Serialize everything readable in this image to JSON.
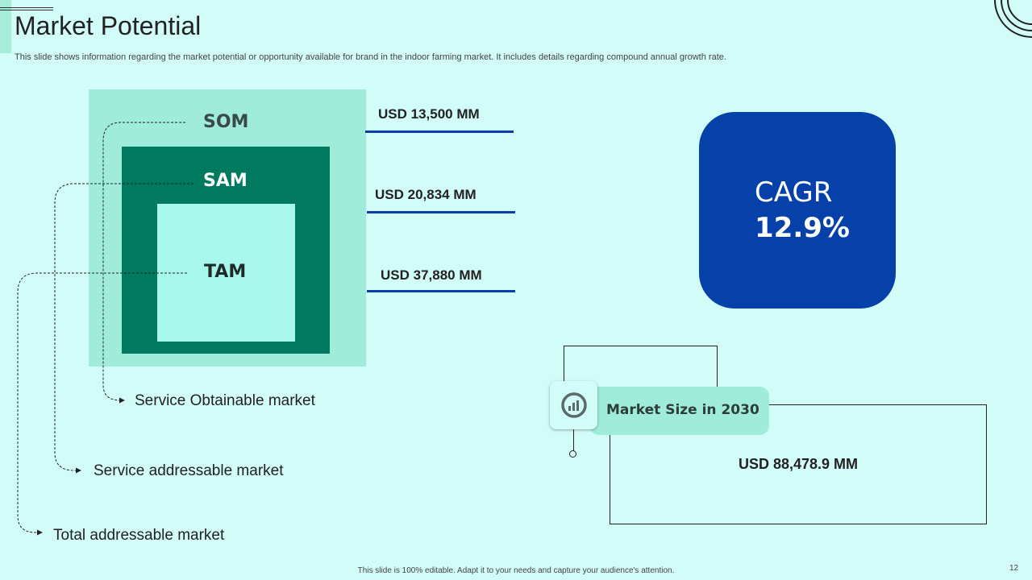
{
  "header": {
    "title": "Market Potential",
    "subtitle": "This slide shows information regarding the market potential or opportunity available for brand in the indoor farming market. It includes details regarding compound annual growth rate."
  },
  "squares": {
    "som": "SOM",
    "sam": "SAM",
    "tam": "TAM"
  },
  "values": {
    "som": "USD 13,500 MM",
    "sam": "USD 20,834 MM",
    "tam": "USD 37,880 MM"
  },
  "market_labels": {
    "som": "Service Obtainable  market",
    "sam": "Service addressable market",
    "tam": "Total addressable market"
  },
  "cagr": {
    "label": "CAGR",
    "value": "12.9%"
  },
  "market_size": {
    "label": "Market Size in 2030",
    "value": "USD  88,478.9 MM",
    "icon": "chart-icon"
  },
  "footer": {
    "text": "This slide is 100% editable.  Adapt it to your needs and capture your audience's attention.",
    "page_number": "12"
  },
  "colors": {
    "background": "#d2fcf8",
    "som_square": "#a0ecda",
    "sam_square": "#007a5e",
    "tam_square": "#a8f7eb",
    "cagr_box": "#0541a9",
    "value_underline": "#0b3fa8"
  }
}
